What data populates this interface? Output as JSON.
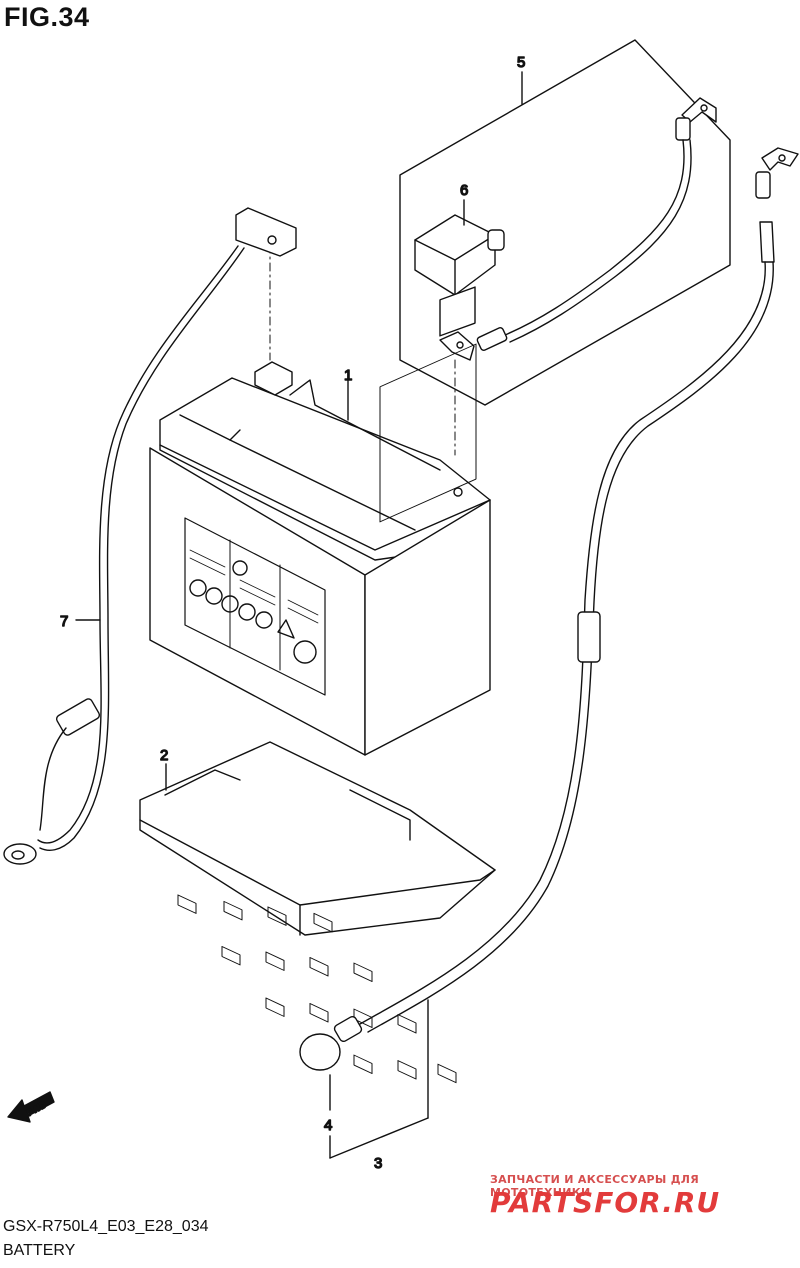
{
  "figure": {
    "title": "FIG.34"
  },
  "callouts": [
    "1",
    "2",
    "3",
    "4",
    "5",
    "6",
    "7"
  ],
  "fwd_label": "FWD",
  "watermark": {
    "tagline": "ЗАПЧАСТИ И АКСЕССУАРЫ ДЛЯ МОТОТЕХНИКИ",
    "brand": "PARTSFOR.RU",
    "color": "#e23b3b"
  },
  "footer": {
    "model_code": "GSX-R750L4_E03_E28_034",
    "section_name": "BATTERY"
  }
}
